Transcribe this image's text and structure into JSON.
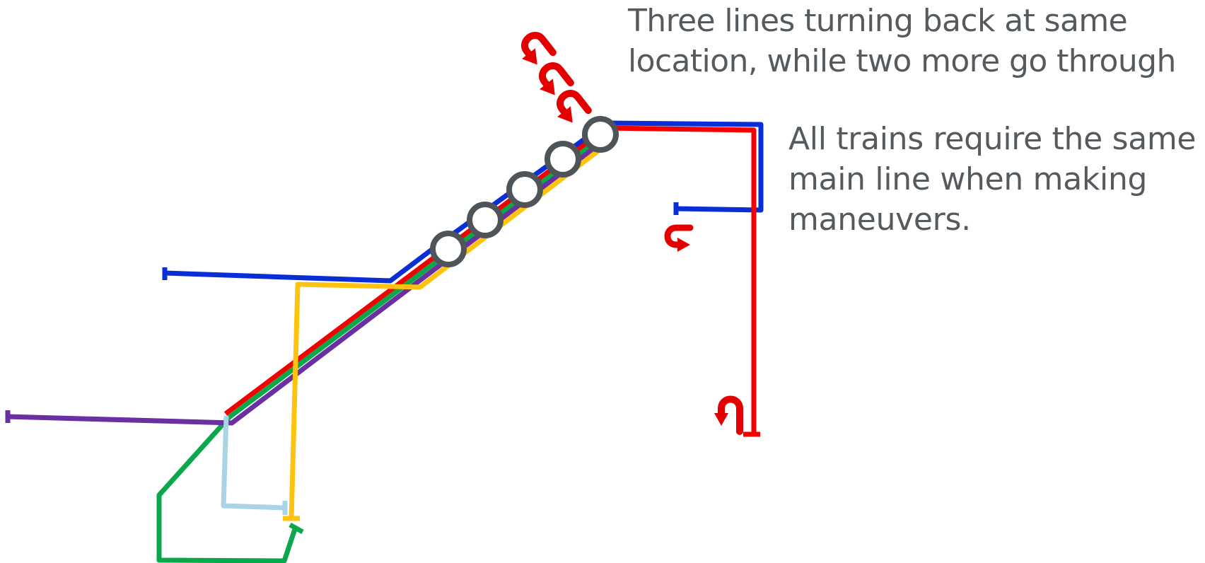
{
  "captions": {
    "turnback": {
      "line1": "Three lines turning back at same",
      "line2": "location, while two more go through"
    },
    "main_line": {
      "line1": "All trains require the same",
      "line2": "main line when making",
      "line3": "maneuvers."
    }
  },
  "colors": {
    "blue_line": "#0a2ed6",
    "red_line": "#f40000",
    "green_line": "#0aa84a",
    "purple_line": "#6a2fa0",
    "yellow_line": "#ffc20e",
    "light_blue_line": "#a8d4e6",
    "station_fill": "#ffffff",
    "station_stroke": "#4f5458",
    "turnback_arrow": "#e50000",
    "caption_text": "#555a5f"
  },
  "icons": {
    "turnback": "u-turn-arrow-icon",
    "station": "station-circle-icon",
    "terminus": "terminus-tick-icon"
  }
}
